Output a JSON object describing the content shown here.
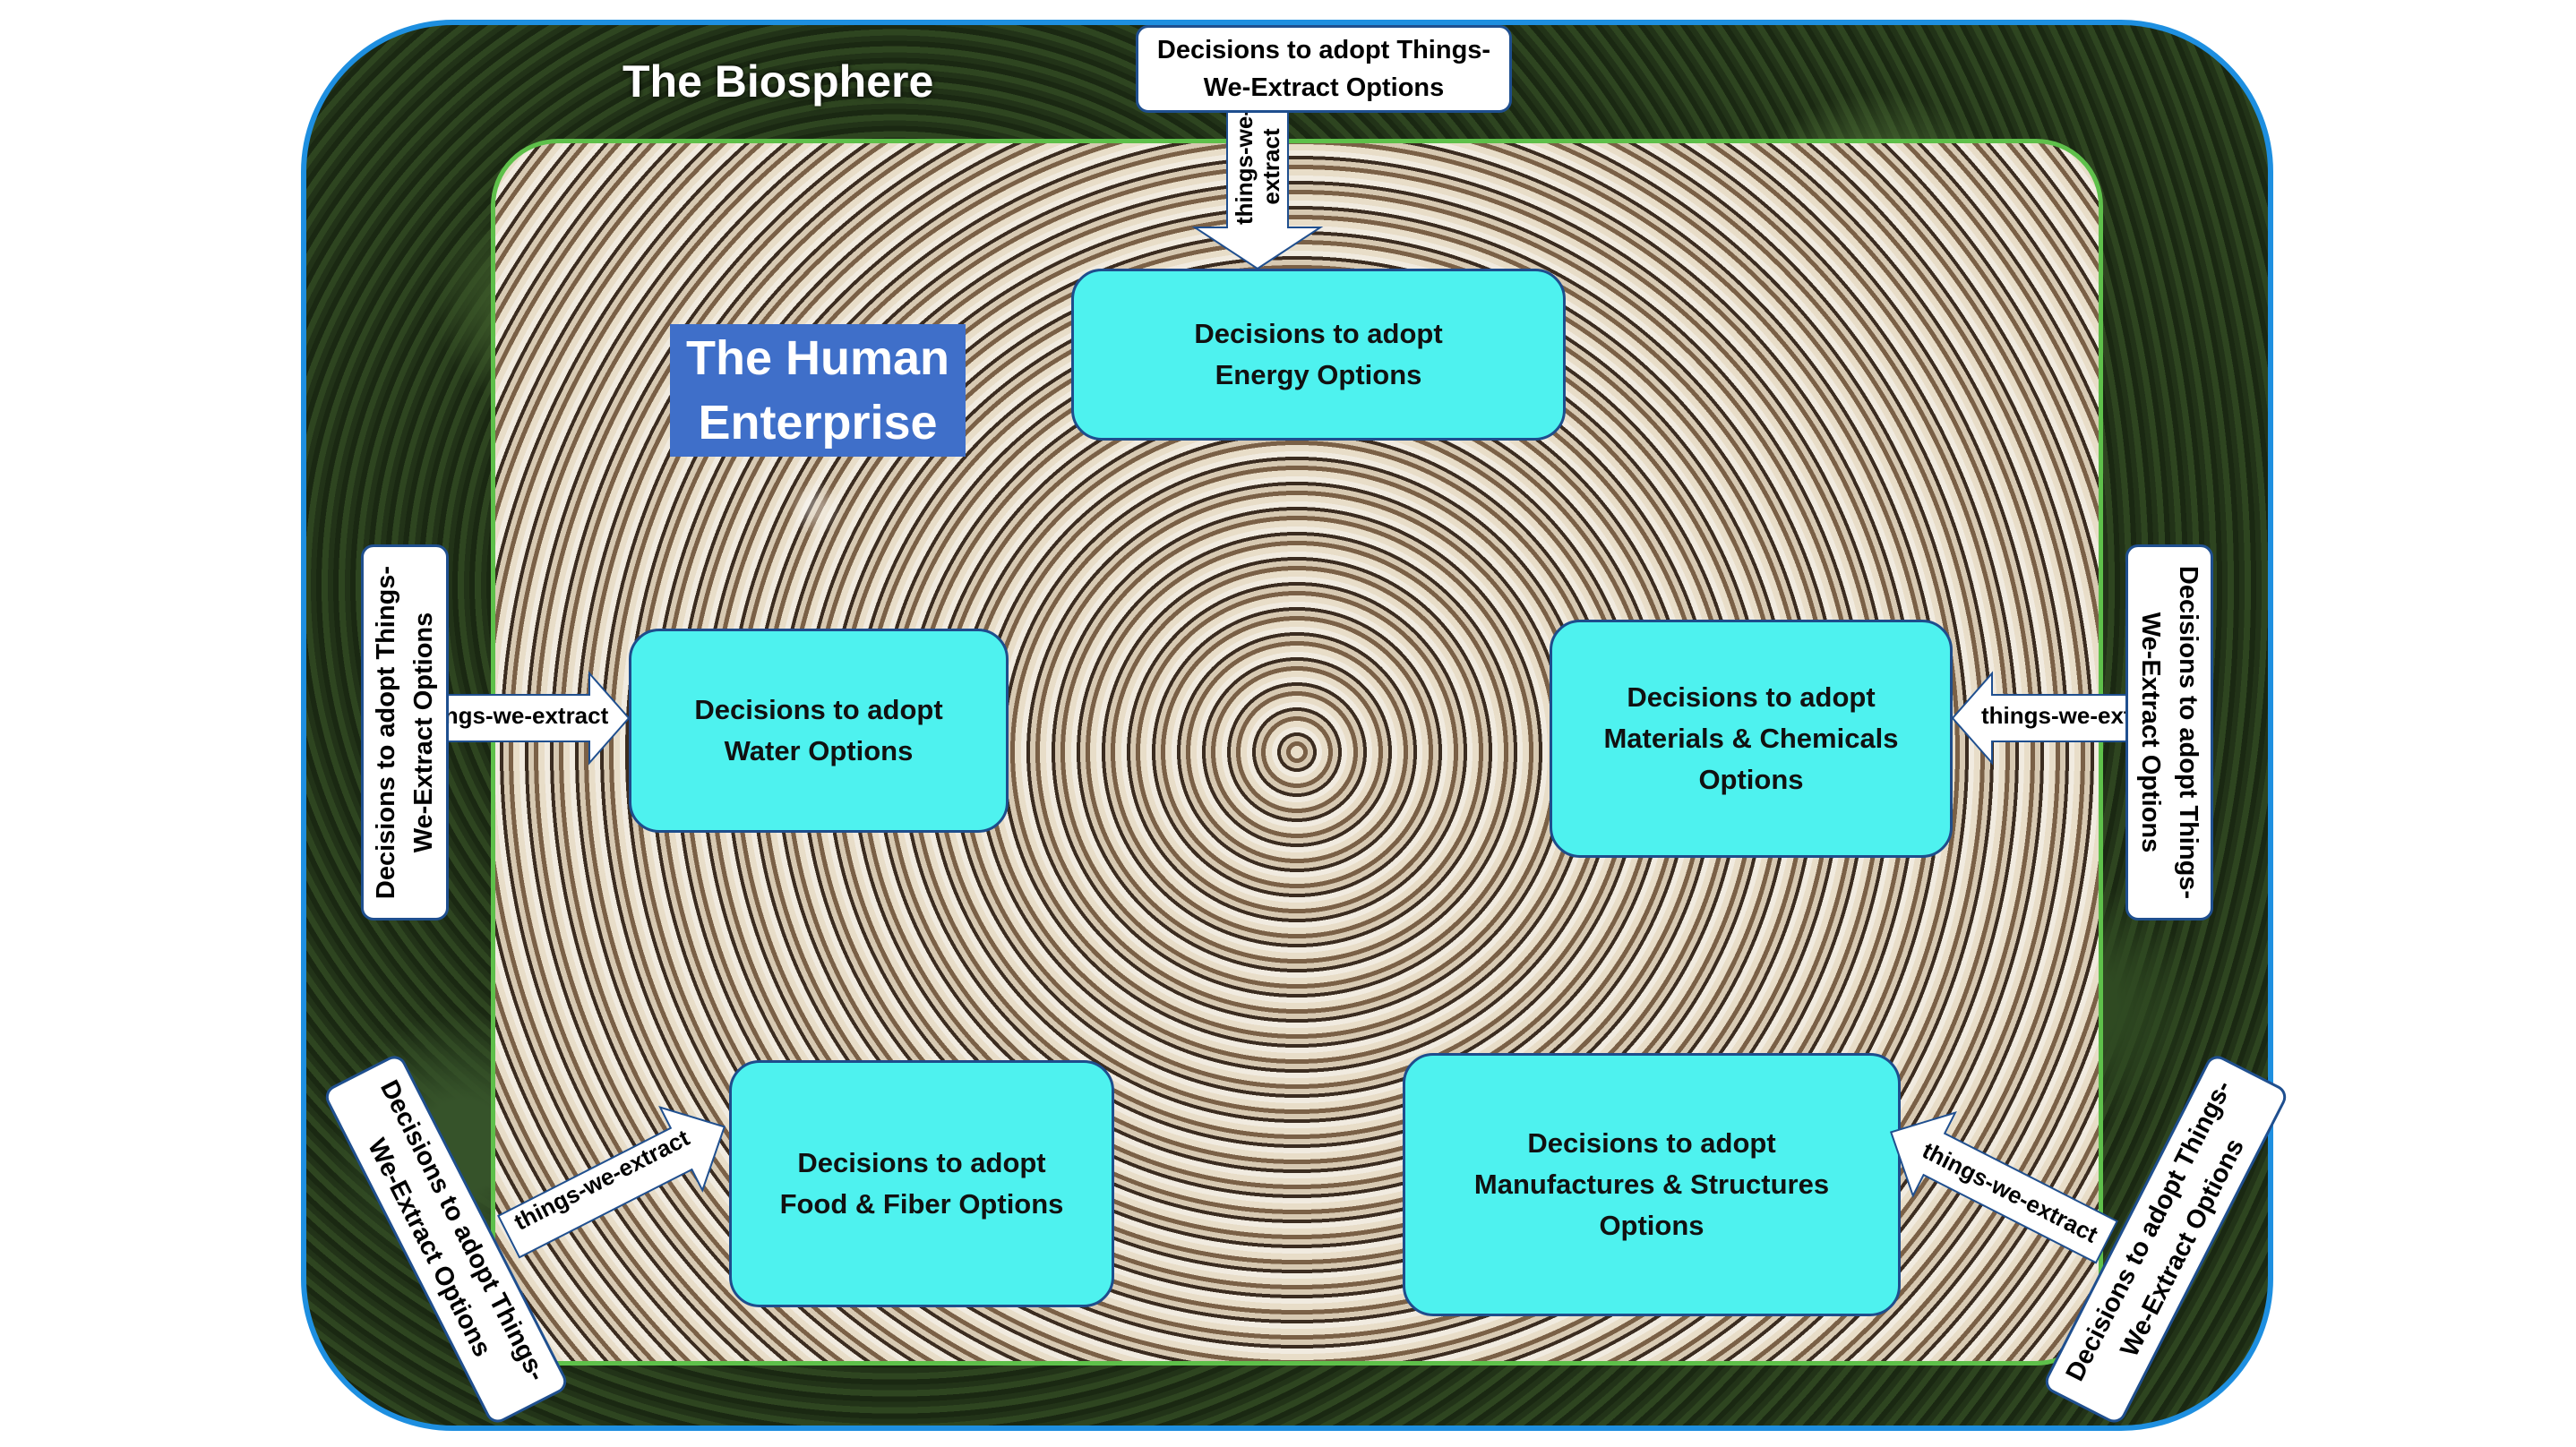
{
  "biosphere": {
    "title": "The Biosphere"
  },
  "human_enterprise": {
    "title_line1": "The Human",
    "title_line2": "Enterprise"
  },
  "nodes": {
    "energy": {
      "line1": "Decisions to adopt",
      "line2": "Energy Options",
      "line3": ""
    },
    "water": {
      "line1": "Decisions to adopt",
      "line2": "Water Options",
      "line3": ""
    },
    "materials": {
      "line1": "Decisions to adopt",
      "line2": "Materials & Chemicals",
      "line3": "Options"
    },
    "food": {
      "line1": "Decisions to adopt",
      "line2": "Food & Fiber Options",
      "line3": ""
    },
    "manufactures": {
      "line1": "Decisions to adopt",
      "line2": "Manufactures & Structures",
      "line3": "Options"
    }
  },
  "external_sources": {
    "line1": "Decisions to adopt Things-",
    "line2": "We-Extract Options"
  },
  "flows": {
    "label_top_line1": "things-we-",
    "label_top_line2": "extract",
    "label": "things-we-extract"
  },
  "colors": {
    "node_fill": "#4ef2ef",
    "biosphere_border": "#1e8fe0",
    "enterprise_border": "#5ec04a",
    "title_box": "#3f6fc9"
  }
}
